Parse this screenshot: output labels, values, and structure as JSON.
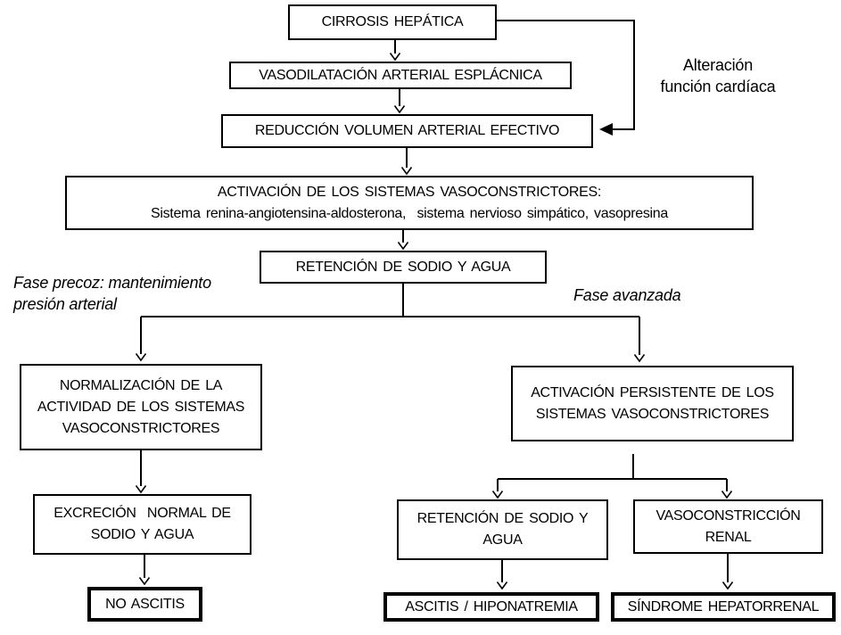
{
  "colors": {
    "background": "#ffffff",
    "line": "#000000",
    "text": "#000000"
  },
  "nodes": {
    "cirrosis": {
      "lines": [
        "CIRROSIS HEPÁTICA"
      ]
    },
    "vasodilatacion": {
      "lines": [
        "VASODILATACIÓN ARTERIAL ESPLÁCNICA"
      ]
    },
    "reduccion": {
      "lines": [
        "REDUCCIÓN VOLUMEN ARTERIAL EFECTIVO"
      ]
    },
    "activacion_sistemas": {
      "lines": [
        "ACTIVACIÓN DE LOS SISTEMAS VASOCONSTRICTORES:",
        "Sistema renina-angiotensina-aldosterona,  sistema nervioso simpático, vasopresina"
      ]
    },
    "retencion_sodio": {
      "lines": [
        "RETENCIÓN DE SODIO Y AGUA"
      ]
    },
    "normalizacion": {
      "lines": [
        "NORMALIZACIÓN DE LA",
        "ACTIVIDAD DE LOS SISTEMAS",
        "VASOCONSTRICTORES"
      ]
    },
    "excrecion": {
      "lines": [
        "EXCRECIÓN  NORMAL DE",
        "SODIO Y AGUA"
      ]
    },
    "no_ascitis": {
      "lines": [
        "NO ASCITIS"
      ]
    },
    "activacion_persistente": {
      "lines": [
        "ACTIVACIÓN PERSISTENTE DE LOS",
        "SISTEMAS VASOCONSTRICTORES"
      ]
    },
    "retencion_sodio_2": {
      "lines": [
        "RETENCIÓN DE SODIO Y",
        "AGUA"
      ]
    },
    "vasoconstriccion_renal": {
      "lines": [
        "VASOCONSTRICCIÓN",
        "RENAL"
      ]
    },
    "ascitis_hiponatremia": {
      "lines": [
        "ASCITIS / HIPONATREMIA"
      ]
    },
    "sindrome_hepatorrenal": {
      "lines": [
        "SÍNDROME HEPATORRENAL"
      ]
    }
  },
  "annotations": {
    "alteracion_cardiaca": {
      "lines": [
        "Alteración",
        "función cardíaca"
      ]
    },
    "fase_precoz": {
      "lines": [
        "Fase precoz: mantenimiento",
        "presión arterial"
      ]
    },
    "fase_avanzada": {
      "lines": [
        "Fase avanzada"
      ]
    }
  }
}
